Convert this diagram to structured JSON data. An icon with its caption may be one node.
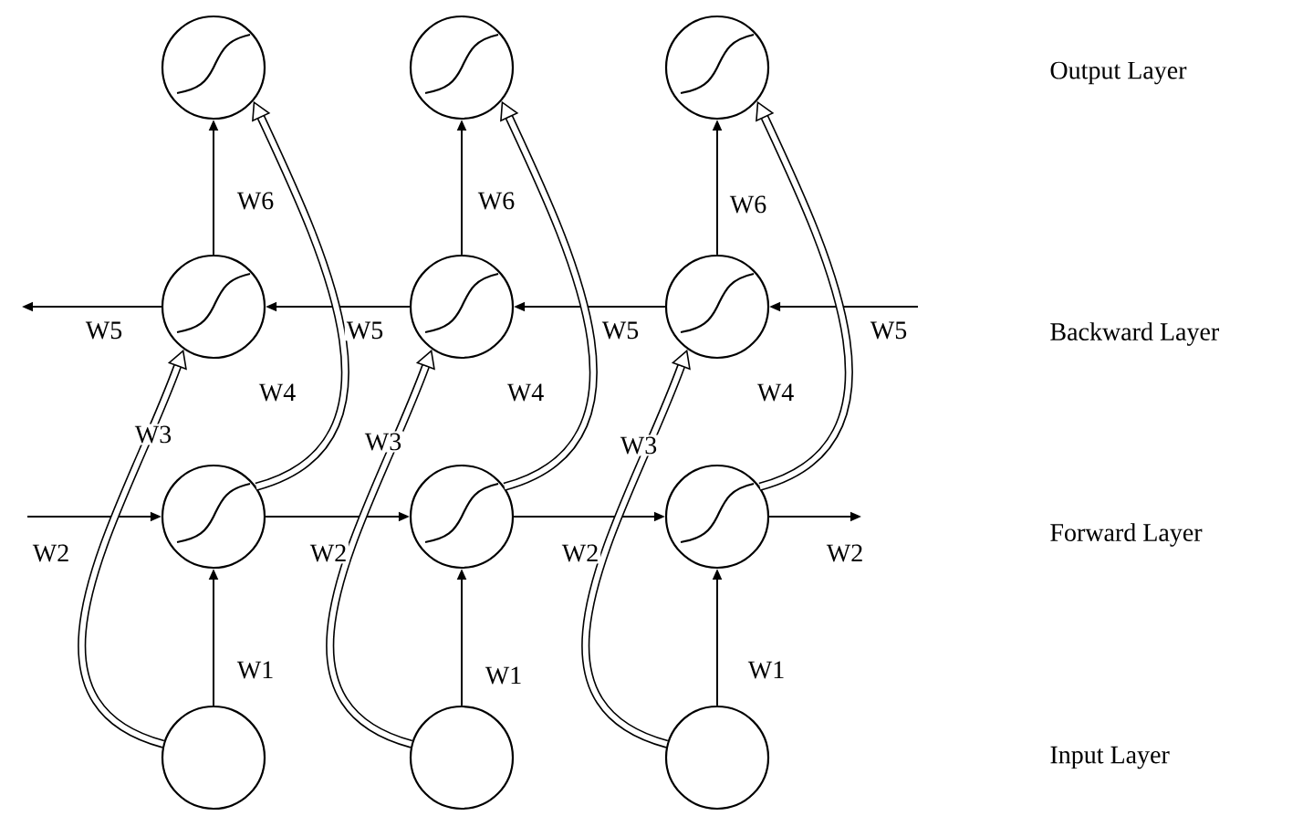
{
  "diagram": {
    "nodes": [
      {
        "text": [],
        "shape": "circle"
      },
      {
        "text": [],
        "shape": "circle"
      },
      {
        "text": [],
        "shape": "circle"
      },
      {
        "text": [],
        "shape": "circle"
      },
      {
        "text": [],
        "shape": "circle"
      },
      {
        "text": [],
        "shape": "circle"
      },
      {
        "text": [],
        "shape": "circle"
      },
      {
        "text": [],
        "shape": "circle"
      },
      {
        "text": [],
        "shape": "circle"
      },
      {
        "text": [],
        "shape": "circle"
      },
      {
        "text": [],
        "shape": "circle"
      },
      {
        "text": [],
        "shape": "circle"
      }
    ],
    "edges": [
      {
        "from": 9,
        "to": 6,
        "arrow": "to",
        "label": "W1"
      },
      {
        "from": 10,
        "to": 7,
        "arrow": "to",
        "label": "W1"
      },
      {
        "from": 11,
        "to": 8,
        "arrow": "to",
        "label": "W1"
      },
      {
        "from": null,
        "to": 6,
        "arrow": "to",
        "label": "W2"
      },
      {
        "from": 6,
        "to": 7,
        "arrow": "to",
        "label": "W2"
      },
      {
        "from": 7,
        "to": 8,
        "arrow": "to",
        "label": "W2"
      },
      {
        "from": 8,
        "to": null,
        "arrow": "to",
        "label": "W2"
      },
      {
        "from": null,
        "to": 5,
        "arrow": "to",
        "label": "W5"
      },
      {
        "from": 5,
        "to": 4,
        "arrow": "to",
        "label": "W5"
      },
      {
        "from": 4,
        "to": 3,
        "arrow": "to",
        "label": "W5"
      },
      {
        "from": 3,
        "to": null,
        "arrow": "to",
        "label": "W5"
      },
      {
        "from": 3,
        "to": 0,
        "arrow": "to",
        "label": "W6"
      },
      {
        "from": 4,
        "to": 1,
        "arrow": "to",
        "label": "W6"
      },
      {
        "from": 5,
        "to": 2,
        "arrow": "to",
        "label": "W6"
      },
      {
        "from": 9,
        "to": 3,
        "arrow": "to",
        "label": "W3",
        "style": "thick"
      },
      {
        "from": 10,
        "to": 4,
        "arrow": "to",
        "label": "W3",
        "style": "thick"
      },
      {
        "from": 11,
        "to": 5,
        "arrow": "to",
        "label": "W3",
        "style": "thick"
      },
      {
        "from": 6,
        "to": 0,
        "arrow": "to",
        "label": "W4",
        "style": "thick"
      },
      {
        "from": 7,
        "to": 1,
        "arrow": "to",
        "label": "W4",
        "style": "thick"
      },
      {
        "from": 8,
        "to": 2,
        "arrow": "to",
        "label": "W4",
        "style": "thick"
      }
    ],
    "labels": [
      "Output Layer",
      "Backward Layer",
      "Forward Layer",
      "Input Layer"
    ]
  }
}
